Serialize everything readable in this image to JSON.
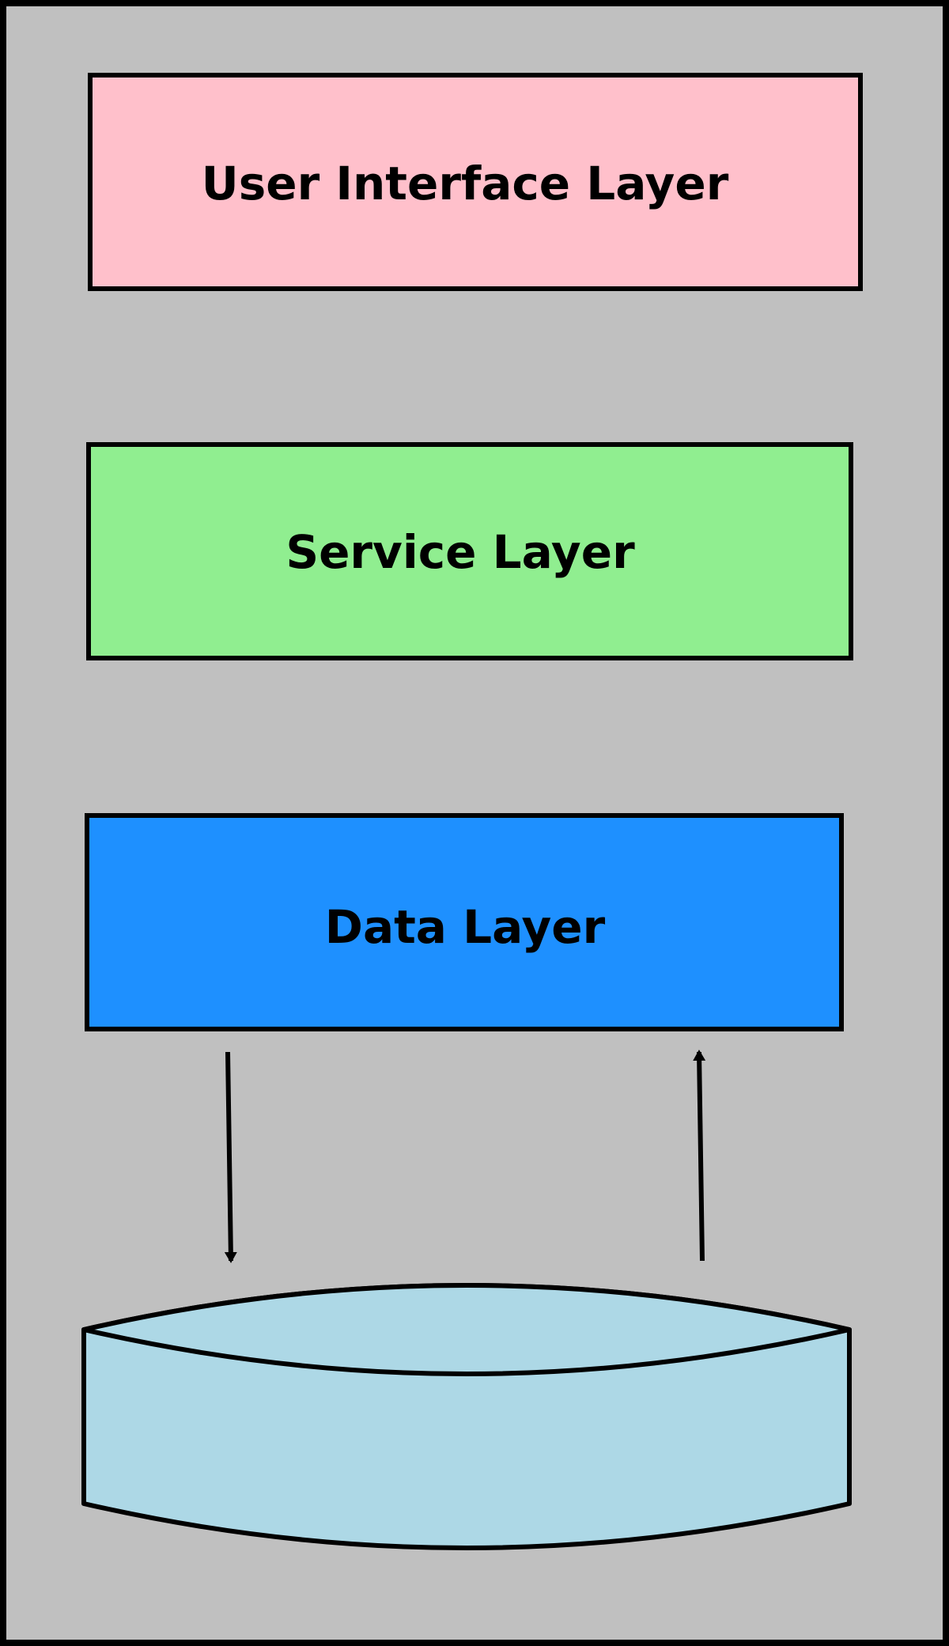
{
  "diagram": {
    "background_color": "#c0c0c0",
    "layers": [
      {
        "label": "User Interface Layer",
        "color": "#ffc0cb"
      },
      {
        "label": "Service Layer",
        "color": "#90ee90"
      },
      {
        "label": "Data Layer",
        "color": "#1e90ff"
      }
    ],
    "database": {
      "color": "#add8e6",
      "icon": "database-cylinder-icon"
    },
    "arrows": [
      {
        "direction": "down",
        "from": "Data Layer",
        "to": "database"
      },
      {
        "direction": "up",
        "from": "database",
        "to": "Data Layer"
      }
    ]
  }
}
